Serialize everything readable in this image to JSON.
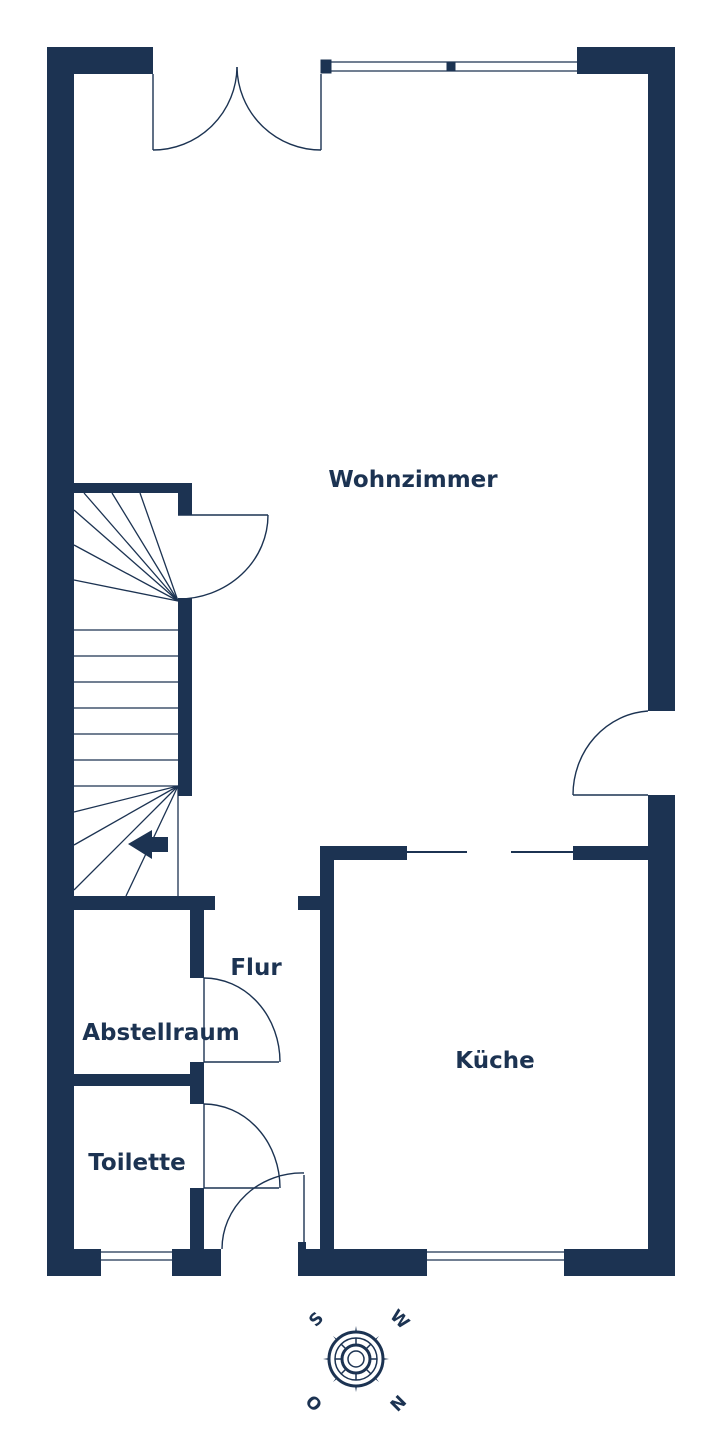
{
  "rooms": {
    "wohnzimmer": "Wohnzimmer",
    "flur": "Flur",
    "abstellraum": "Abstellraum",
    "toilette": "Toilette",
    "kueche": "Küche"
  },
  "compass": {
    "s": "S",
    "w": "W",
    "n": "N",
    "o": "O"
  },
  "colors": {
    "wall": "#1c3352",
    "background": "#ffffff"
  }
}
